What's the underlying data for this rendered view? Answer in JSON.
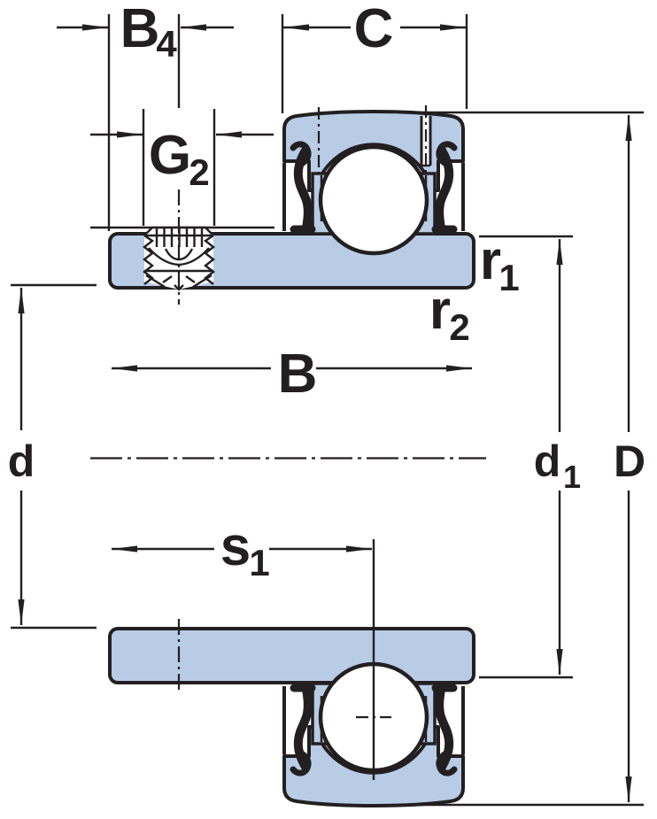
{
  "diagram": {
    "title": "Insert bearing cross-section technical drawing",
    "colors": {
      "part_fill": "#b8cce6",
      "line": "#231f20",
      "background": "#ffffff"
    },
    "dimension_labels": {
      "b4": {
        "main": "B",
        "sub": "4"
      },
      "g2": {
        "main": "G",
        "sub": "2"
      },
      "c": {
        "main": "C"
      },
      "r1": {
        "main": "r",
        "sub": "1"
      },
      "r2": {
        "main": "r",
        "sub": "2"
      },
      "b": {
        "main": "B"
      },
      "d": {
        "main": "d"
      },
      "s1": {
        "main": "s",
        "sub": "1"
      },
      "d1": {
        "main": "d",
        "sub": "1"
      },
      "d_outer": {
        "main": "D"
      }
    }
  }
}
